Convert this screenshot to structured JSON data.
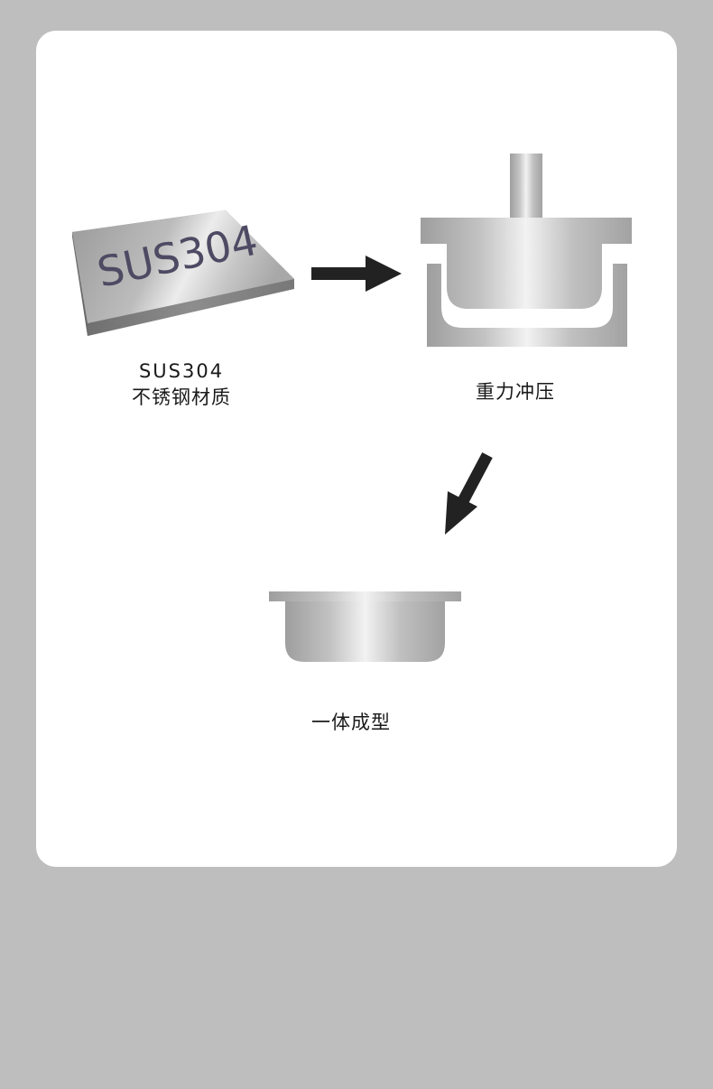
{
  "steps": [
    {
      "label_lines": [
        "SUS304",
        "不锈钢材质"
      ],
      "plate_text": "SUS304"
    },
    {
      "label_lines": [
        "重力冲压"
      ]
    },
    {
      "label_lines": [
        "一体成型"
      ]
    }
  ],
  "colors": {
    "page_background": "#bebebe",
    "card": "#ffffff",
    "arrow": "#222222",
    "plate_text": "#4e4a63",
    "steel_dark": "#9c9c9c",
    "steel_light": "#f2f2f2"
  },
  "icons": [
    "steel-plate",
    "arrow-right-icon",
    "press-die",
    "arrow-down-left-icon",
    "formed-basket"
  ]
}
